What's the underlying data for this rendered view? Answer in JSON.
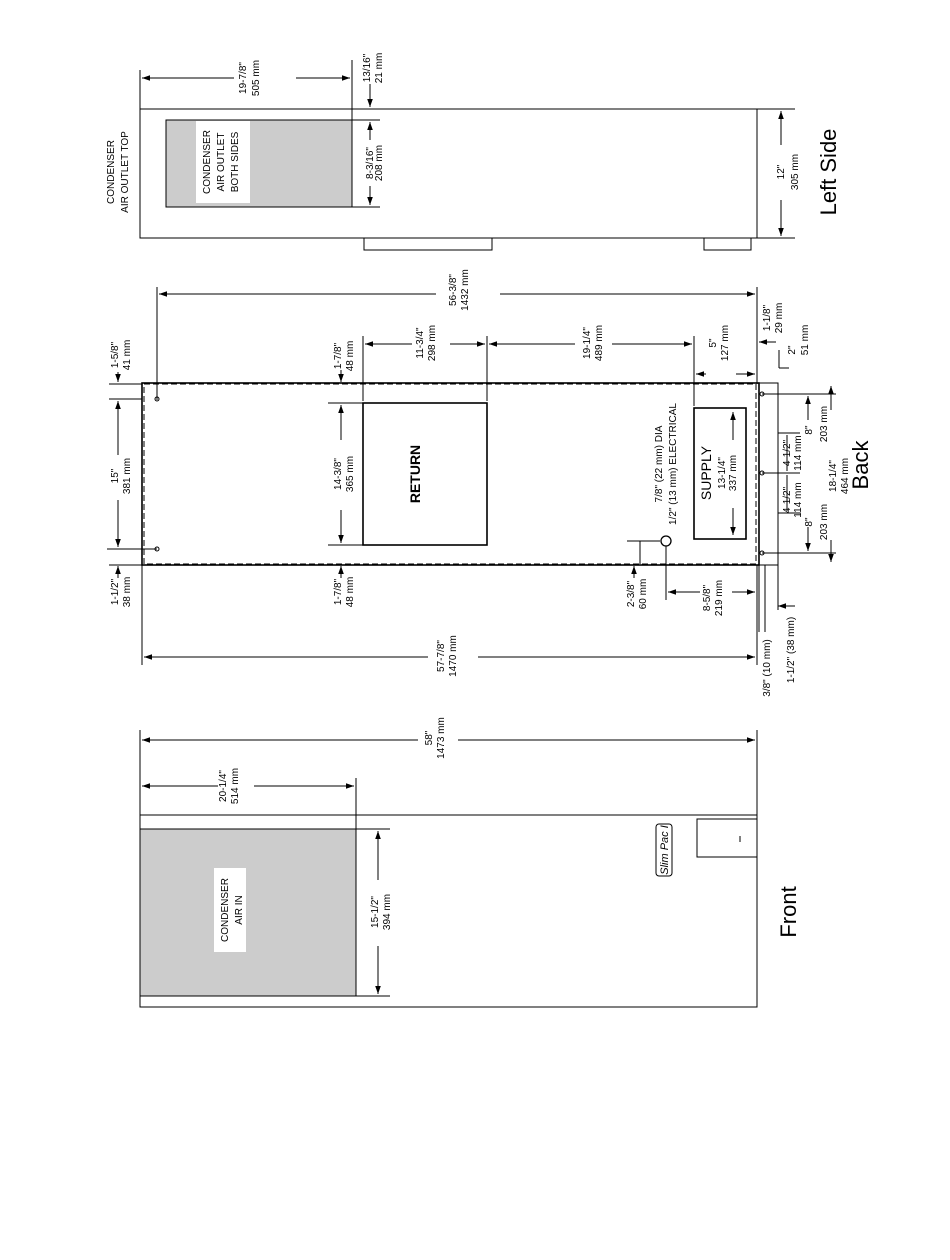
{
  "views": {
    "left_side": {
      "title": "Left Side",
      "outlet_top": [
        "CONDENSER",
        "AIR OUTLET TOP"
      ],
      "outlet_panel": [
        "CONDENSER",
        "AIR OUTLET",
        "BOTH SIDES"
      ]
    },
    "back": {
      "title": "Back",
      "return_label": "RETURN",
      "supply_label": "SUPPLY",
      "electrical": [
        "7/8\" (22 mm) DIA",
        "1/2\" (13 mm) ELECTRICAL"
      ]
    },
    "front": {
      "title": "Front",
      "condenser_panel": [
        "CONDENSER",
        "AIR IN"
      ],
      "logo": "Slim Pac I"
    }
  },
  "dims": {
    "d1": [
      "19-7/8\"",
      "505 mm"
    ],
    "d2": [
      "13/16\"",
      "21 mm"
    ],
    "d3": [
      "8-3/16\"",
      "208 mm"
    ],
    "d4": [
      "12\"",
      "305 mm"
    ],
    "d5": [
      "56-3/8\"",
      "1432 mm"
    ],
    "d6": [
      "1-1/8\"",
      "29 mm"
    ],
    "d7": [
      "2\"",
      "51 mm"
    ],
    "d8": [
      "1-5/8\"",
      "41 mm"
    ],
    "d9": [
      "1-7/8\"",
      "48 mm"
    ],
    "d10": [
      "11-3/4\"",
      "298 mm"
    ],
    "d11": [
      "19-1/4\"",
      "489 mm"
    ],
    "d12": [
      "5\"",
      "127 mm"
    ],
    "d13": [
      "15\"",
      "381 mm"
    ],
    "d14": [
      "14-3/8\"",
      "365 mm"
    ],
    "d15": [
      "13-1/4\"",
      "337 mm"
    ],
    "d16": [
      "4-1/2\"",
      "114 mm"
    ],
    "d17": [
      "8\"",
      "203 mm"
    ],
    "d18": [
      "4-1/2\"",
      "114 mm"
    ],
    "d19": [
      "8\"",
      "203 mm"
    ],
    "d20": [
      "18-1/4\"",
      "464 mm"
    ],
    "d21": [
      "1-1/2\"",
      "38 mm"
    ],
    "d22": [
      "1-7/8\"",
      "48 mm"
    ],
    "d23": [
      "2-3/8\"",
      "60 mm"
    ],
    "d24": [
      "8-5/8\"",
      "219 mm"
    ],
    "d25": [
      "57-7/8\"",
      "1470 mm"
    ],
    "d26": "3/8\" (10 mm)",
    "d27": "1-1/2\" (38 mm)",
    "d28": [
      "58\"",
      "1473 mm"
    ],
    "d29": [
      "20-1/4\"",
      "514 mm"
    ],
    "d30": [
      "15-1/2\"",
      "394 mm"
    ]
  }
}
